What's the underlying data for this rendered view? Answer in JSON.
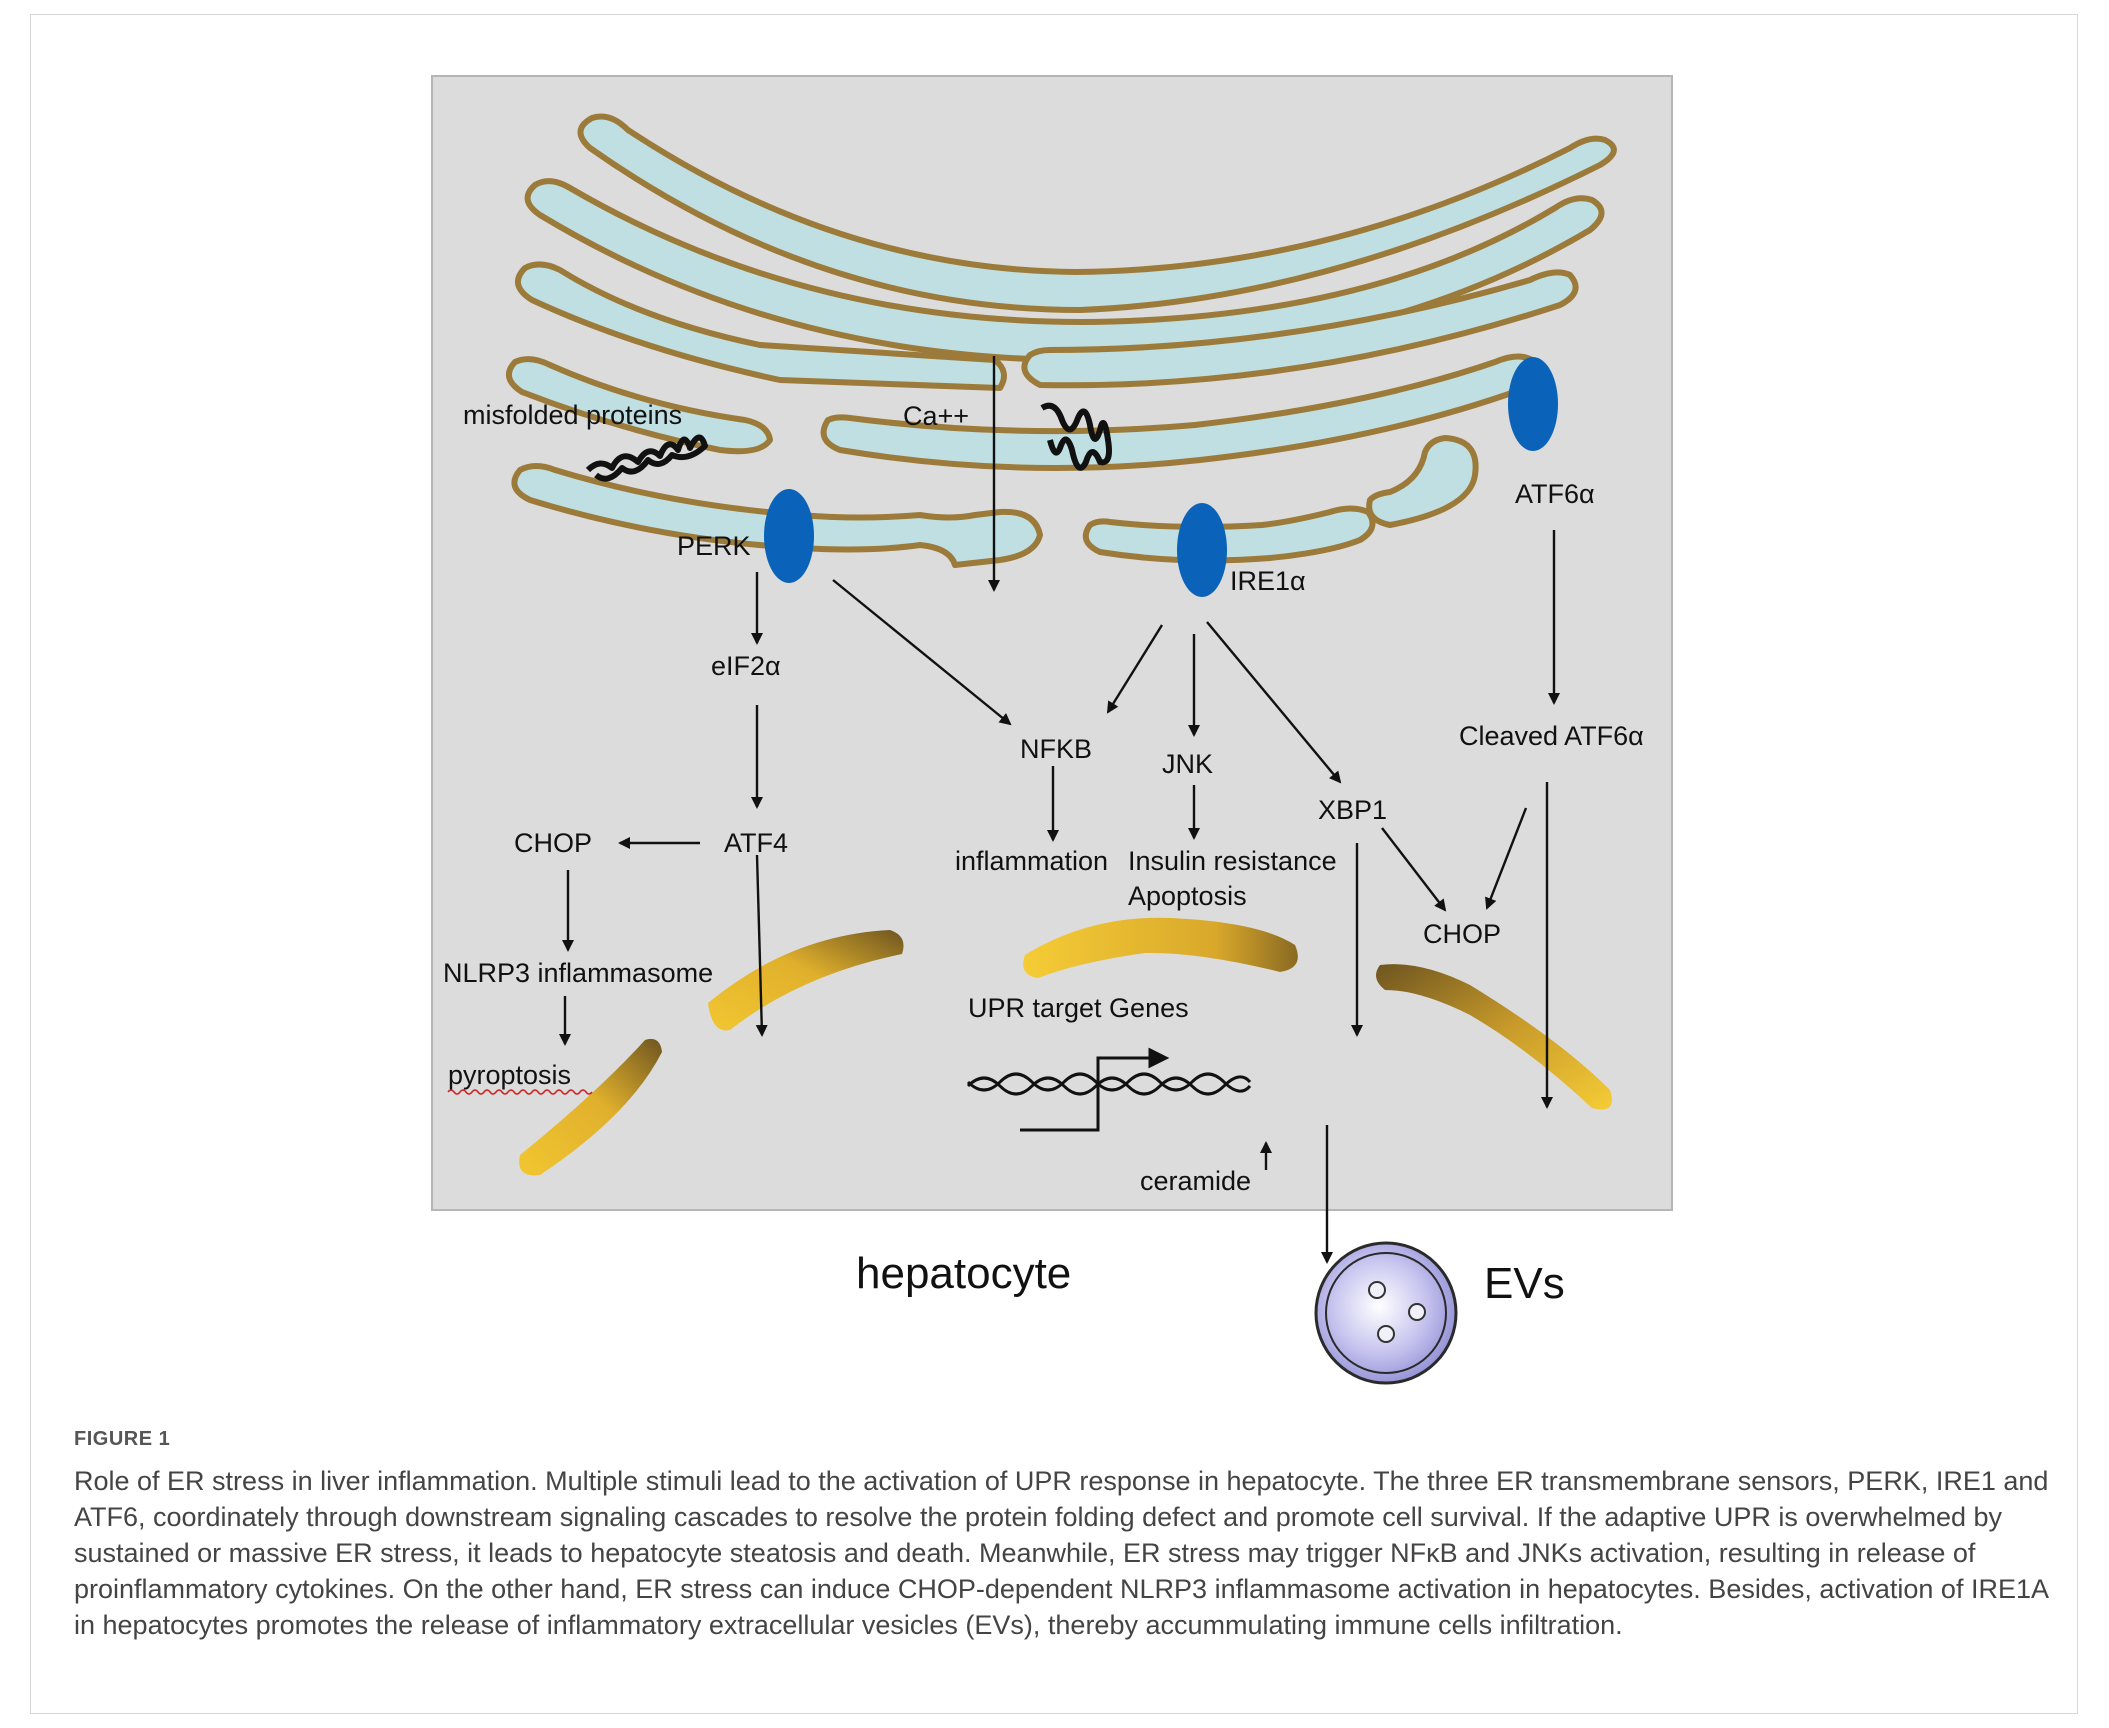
{
  "labels": {
    "misfolded": "misfolded proteins",
    "ca": "Ca++",
    "atf6a": "ATF6α",
    "perk": "PERK",
    "ire1a": "IRE1α",
    "eif2a": "eIF2α",
    "nfkb": "NFKB",
    "jnk": "JNK",
    "cleaved_atf6a": "Cleaved ATF6α",
    "xbp1": "XBP1",
    "chop_left": "CHOP",
    "atf4": "ATF4",
    "inflammation": "inflammation",
    "insulin_resistance": "Insulin resistance",
    "apoptosis": "Apoptosis",
    "chop_right": "CHOP",
    "nlrp3": "NLRP3 inflammasome",
    "upr_genes": "UPR target Genes",
    "pyroptosis": "pyroptosis",
    "ceramide": "ceramide",
    "hepatocyte": "hepatocyte",
    "evs": "EVs"
  },
  "colors": {
    "cell_background": "#dcdcdc",
    "er_fill": "#bfdfe3",
    "er_outline": "#9c7b3a",
    "sensor": "#0a63b8",
    "mito_light": "#f2c631",
    "mito_dark": "#7d6220",
    "ev_fill": "#b6b4e6"
  },
  "caption": {
    "label": "FIGURE 1",
    "text": "Role of ER stress in liver inflammation. Multiple stimuli lead to the activation of UPR response in hepatocyte. The three ER transmembrane sensors, PERK, IRE1 and ATF6, coordinately through downstream signaling cascades to resolve the protein folding defect and promote cell survival. If the adaptive UPR is overwhelmed by sustained or massive ER stress, it leads to hepatocyte steatosis and death. Meanwhile, ER stress may trigger NFκB and JNKs activation, resulting in release of proinflammatory cytokines. On the other hand, ER stress can induce CHOP-dependent NLRP3 inflammasome activation in hepatocytes. Besides, activation of IRE1A in hepatocytes promotes the release of inflammatory extracellular vesicles (EVs), thereby accummulating immune cells infiltration."
  }
}
